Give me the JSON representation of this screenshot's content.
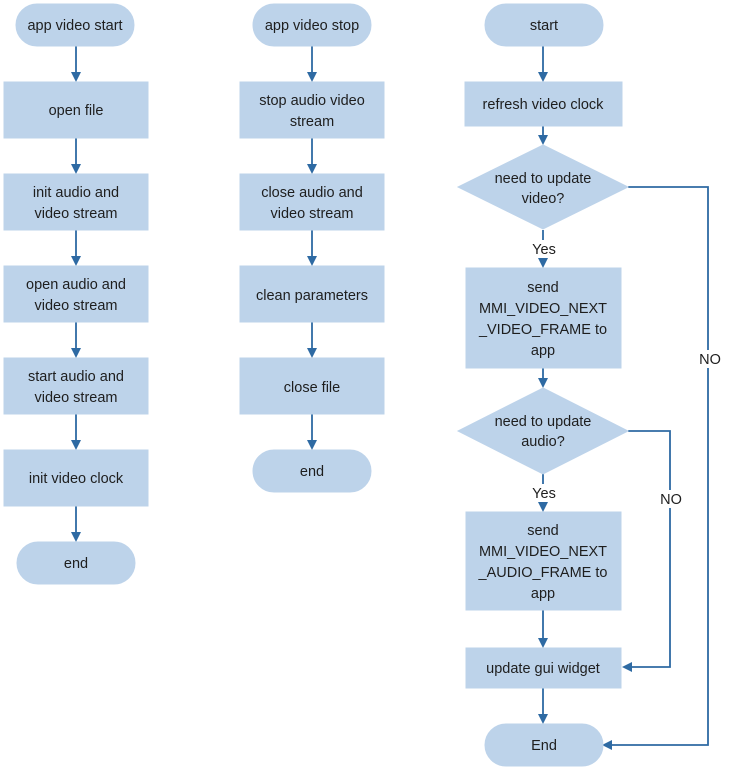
{
  "colors": {
    "node_fill": "#bdd3ea",
    "connector": "#2e6aa3",
    "text": "#1e1e1e"
  },
  "flow_start": {
    "start": "app video start",
    "open_file": "open file",
    "init_streams": [
      "init audio and",
      "video stream"
    ],
    "open_streams": [
      "open audio and",
      "video stream"
    ],
    "start_streams": [
      "start audio and",
      "video stream"
    ],
    "init_clock": "init video clock",
    "end": "end"
  },
  "flow_stop": {
    "start": "app video stop",
    "stop_streams": [
      "stop audio video",
      "stream"
    ],
    "close_streams": [
      "close audio and",
      "video stream"
    ],
    "clean": "clean parameters",
    "close_file": "close file",
    "end": "end"
  },
  "flow_loop": {
    "start": "start",
    "refresh_clock": "refresh video clock",
    "decision_video": [
      "need to update",
      "video?"
    ],
    "yes_video": "Yes",
    "no_video": "NO",
    "send_video": [
      "send",
      "MMI_VIDEO_NEXT",
      "_VIDEO_FRAME to",
      "app"
    ],
    "decision_audio": [
      "need to update",
      "audio?"
    ],
    "yes_audio": "Yes",
    "no_audio": "NO",
    "send_audio": [
      "send",
      "MMI_VIDEO_NEXT",
      "_AUDIO_FRAME to",
      "app"
    ],
    "update_gui": "update gui widget",
    "end": "End"
  }
}
